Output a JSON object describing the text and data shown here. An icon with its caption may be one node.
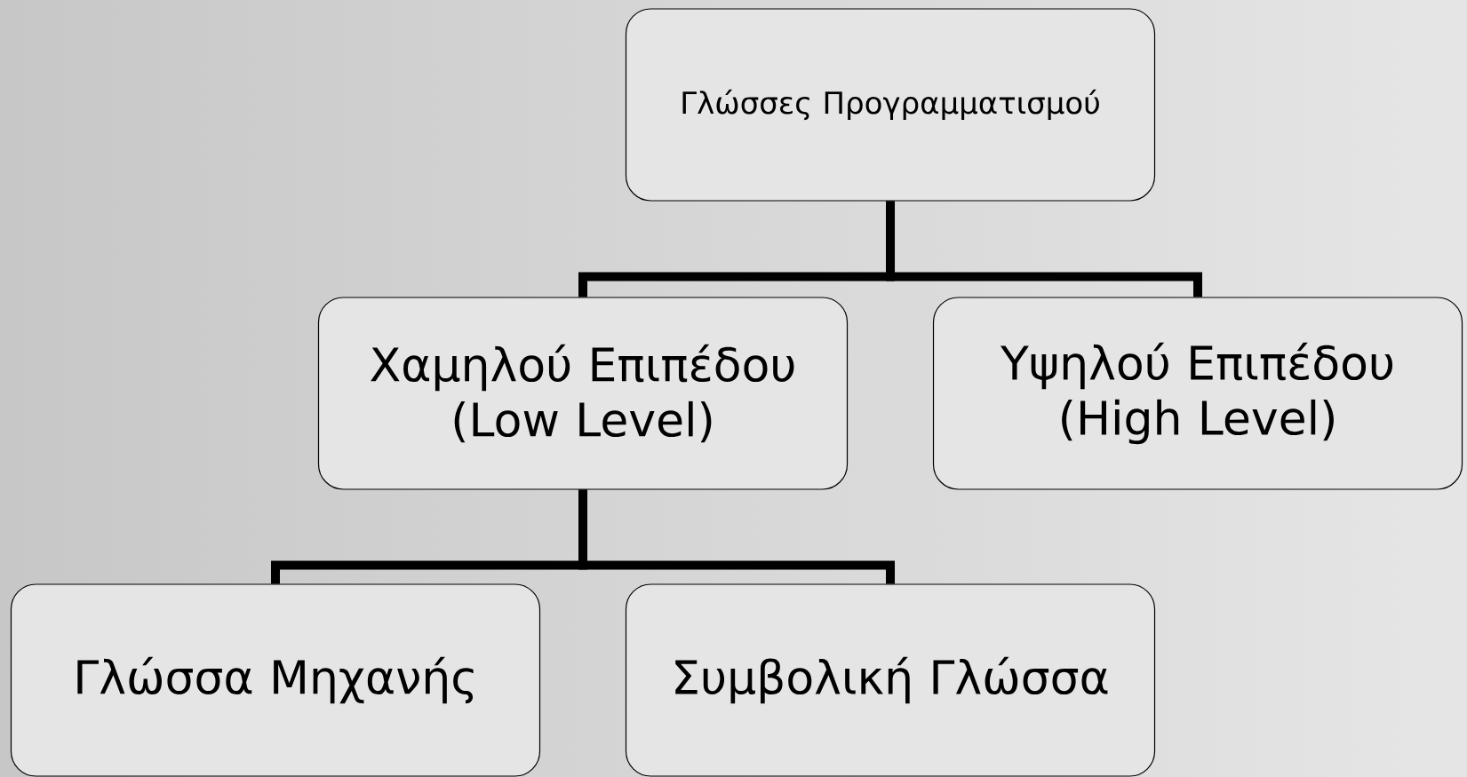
{
  "diagram": {
    "nodes": [
      {
        "text": [
          "Γλώσσες Προγραμματισμού"
        ]
      },
      {
        "text": [
          "Χαμηλού Επιπέδου (Low Level)"
        ]
      },
      {
        "text": [
          "Υψηλού Επιπέδου (High Level)"
        ]
      },
      {
        "text": [
          "Γλώσσα Μηχανής"
        ]
      },
      {
        "text": [
          "Συμβολική Γλώσσα"
        ]
      }
    ],
    "edges": [
      {
        "from": 0,
        "to": 1,
        "arrow": "none"
      },
      {
        "from": 0,
        "to": 2,
        "arrow": "none"
      },
      {
        "from": 1,
        "to": 3,
        "arrow": "none"
      },
      {
        "from": 1,
        "to": 4,
        "arrow": "none"
      }
    ]
  }
}
